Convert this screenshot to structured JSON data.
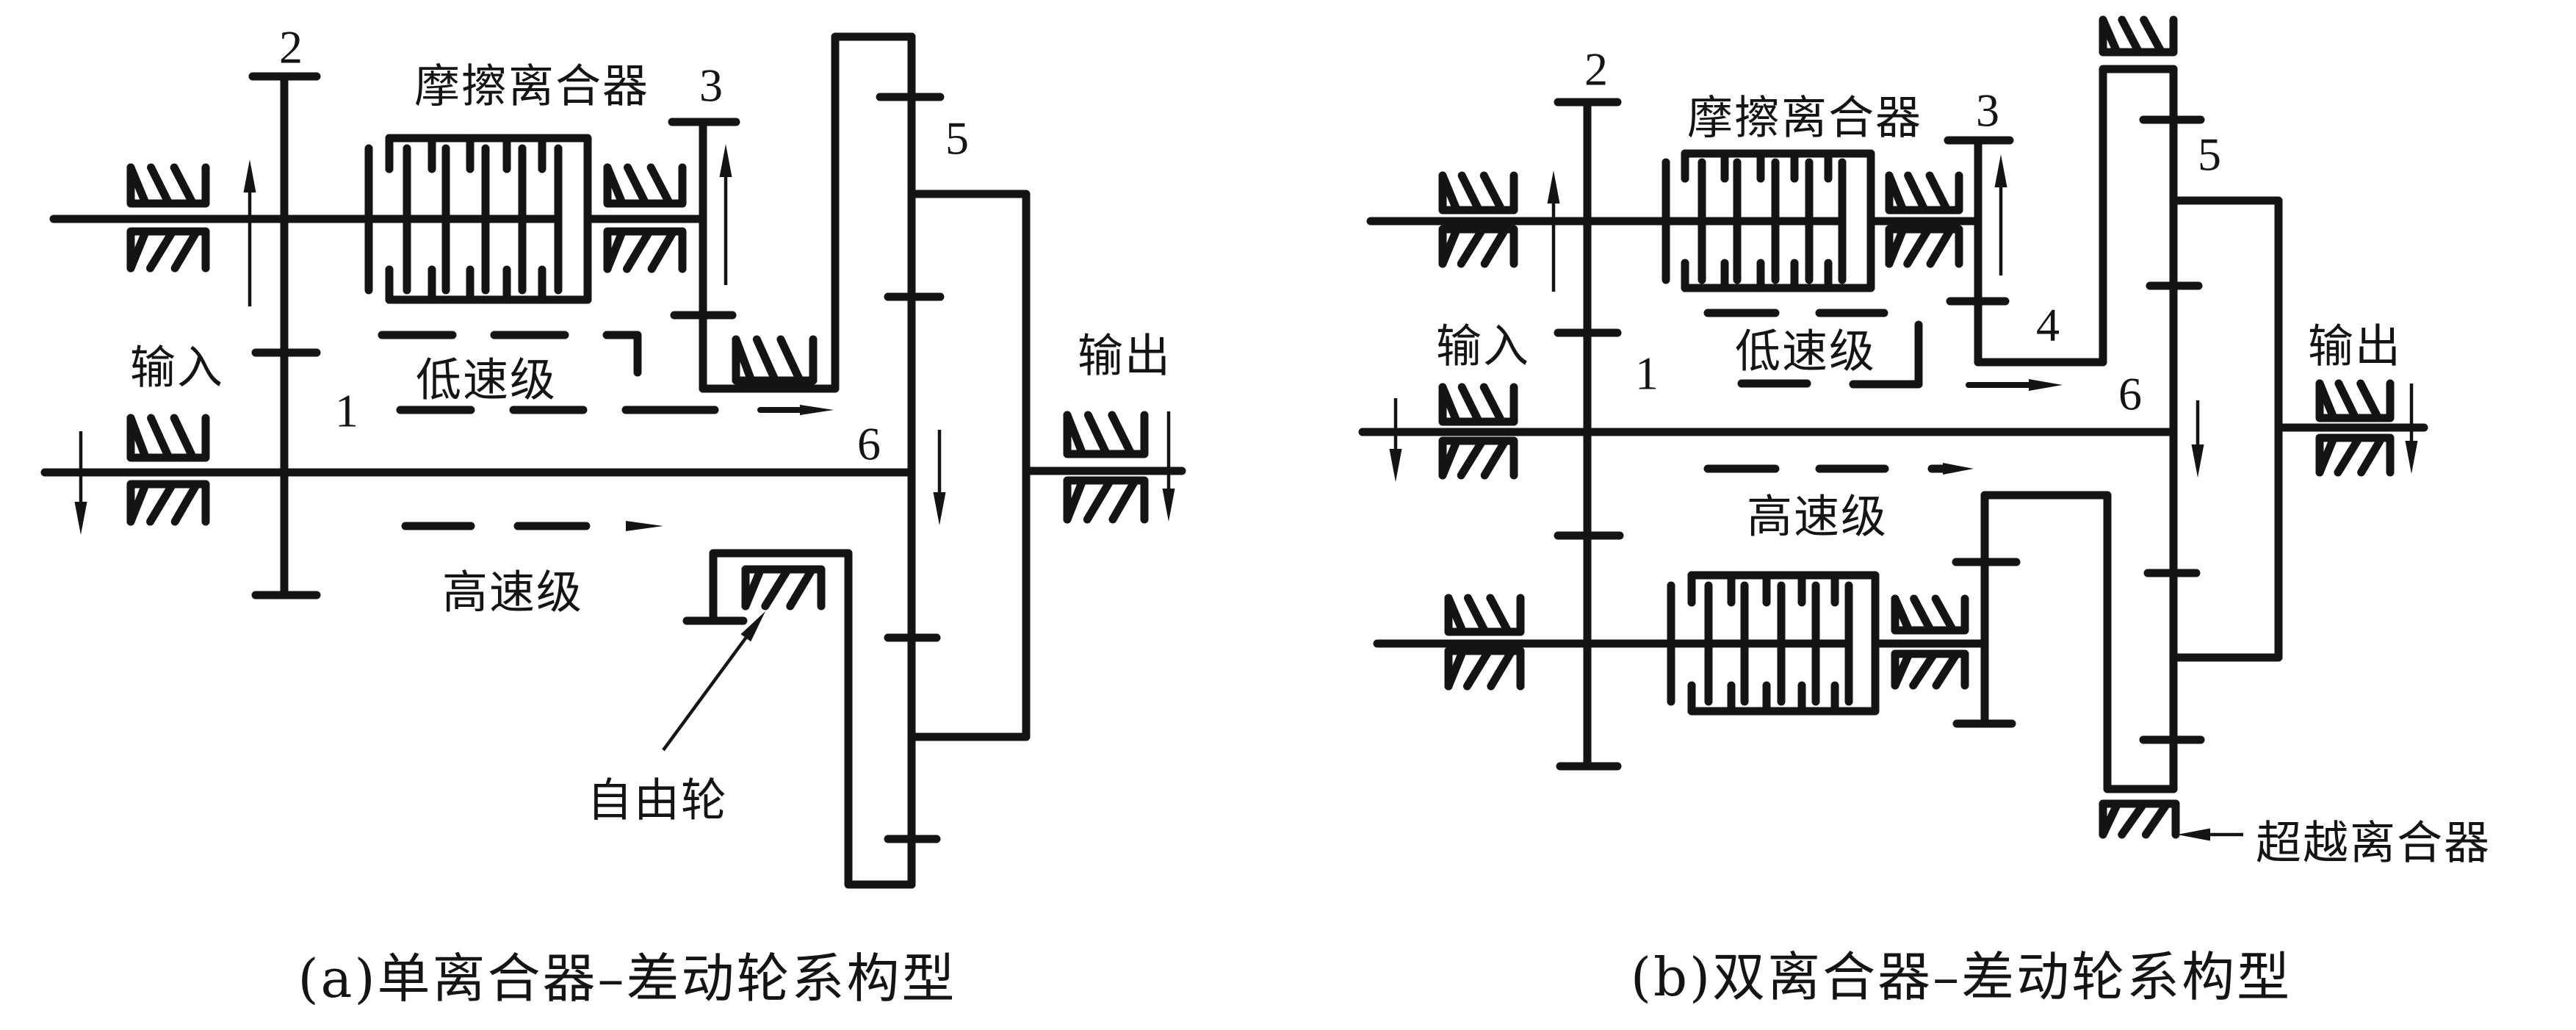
{
  "style": {
    "ink": "#141414",
    "background": "#ffffff"
  },
  "figure": {
    "panel_a": {
      "caption": "(a)单离合器–差动轮系构型",
      "labels": {
        "gear_1": "1",
        "gear_2": "2",
        "gear_3": "3",
        "gear_5": "5",
        "gear_6": "6",
        "friction_clutch": "摩擦离合器",
        "input": "输入",
        "output": "输出",
        "low_speed": "低速级",
        "high_speed": "高速级",
        "freewheel": "自由轮"
      }
    },
    "panel_b": {
      "caption": "(b)双离合器–差动轮系构型",
      "labels": {
        "gear_1": "1",
        "gear_2": "2",
        "gear_3": "3",
        "gear_4": "4",
        "gear_5": "5",
        "gear_6": "6",
        "friction_clutch": "摩擦离合器",
        "input": "输入",
        "output": "输出",
        "low_speed": "低速级",
        "high_speed": "高速级",
        "overrunning_clutch": "超越离合器"
      }
    }
  }
}
